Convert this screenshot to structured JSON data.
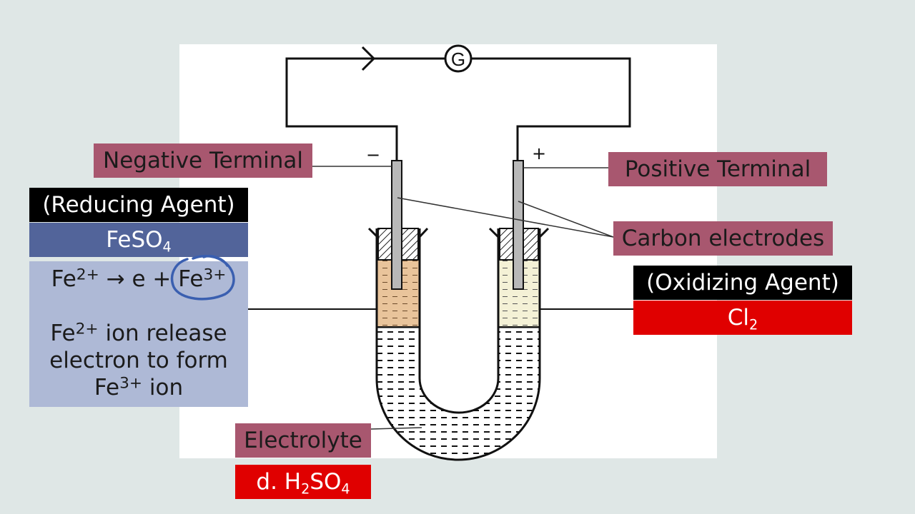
{
  "galvanometer": "G",
  "signs": {
    "negative": "−",
    "positive": "+"
  },
  "labels": {
    "negative_terminal": "Negative Terminal",
    "positive_terminal": "Positive Terminal",
    "carbon_electrodes": "Carbon electrodes",
    "electrolyte": "Electrolyte"
  },
  "left_panel": {
    "role": "(Reducing Agent)",
    "compound": {
      "base": "FeSO",
      "sub": "4"
    },
    "equation": {
      "a": "Fe",
      "a_sup": "2+",
      "arrow": "→",
      "mid": "e +",
      "b": "Fe",
      "b_sup": "3+"
    },
    "explanation": {
      "line1_a": "Fe",
      "line1_sup": "2+",
      "line1_b": "ion release",
      "line2": "electron to form",
      "line3_a": "Fe",
      "line3_sup": "3+",
      "line3_b": "ion"
    }
  },
  "right_panel": {
    "role": "(Oxidizing Agent)",
    "compound": {
      "base": "Cl",
      "sub": "2"
    }
  },
  "acid": {
    "prefix": "d. H",
    "sub1": "2",
    "mid": "SO",
    "sub2": "4"
  },
  "colors": {
    "pink": "#a8576f",
    "black": "#000000",
    "blue": "#52649a",
    "lightblue": "#aeb9d6",
    "red": "#e00000",
    "left_solution": "#e9c49b",
    "right_solution": "#f4f1d6",
    "annotation": "#3a5fb0"
  }
}
